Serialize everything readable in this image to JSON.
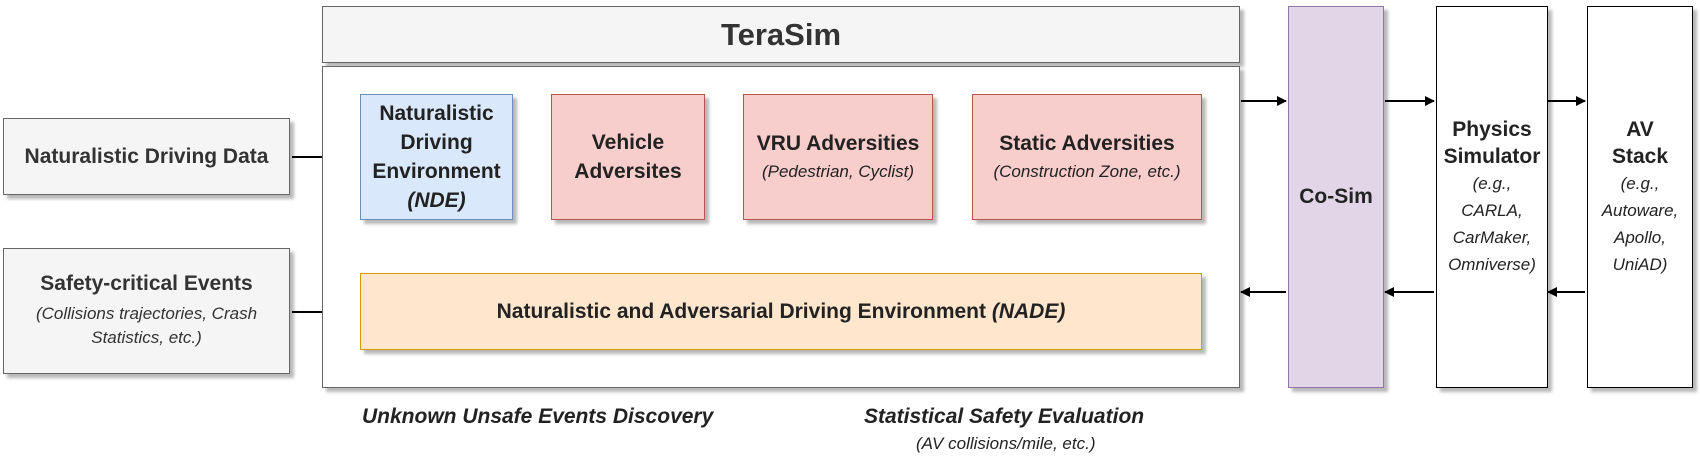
{
  "terasim": {
    "title": "TeraSim"
  },
  "inputs": {
    "naturalistic_data": "Naturalistic Driving Data",
    "safety_critical": {
      "title": "Safety-critical Events",
      "subtitle_line1": "(Collisions trajectories, Crash",
      "subtitle_line2": "Statistics, etc.)"
    }
  },
  "nde": {
    "line1": "Naturalistic",
    "line2": "Driving",
    "line3": "Environment",
    "line4": "(NDE)"
  },
  "vehicle": {
    "line1": "Vehicle",
    "line2": "Adversites"
  },
  "vru": {
    "title": "VRU Adversities",
    "subtitle": "(Pedestrian, Cyclist)"
  },
  "static_adv": {
    "title": "Static Adversities",
    "subtitle": "(Construction Zone, etc.)"
  },
  "nade": {
    "prefix": "Naturalistic and Adversarial Driving Environment ",
    "abbr": "(NADE)"
  },
  "cosim": {
    "label": "Co-Sim"
  },
  "physics": {
    "line1": "Physics",
    "line2": "Simulator",
    "ex1": "(e.g.,",
    "ex2": "CARLA,",
    "ex3": "CarMaker,",
    "ex4": "Omniverse)"
  },
  "av_stack": {
    "line1": "AV",
    "line2": "Stack",
    "ex1": "(e.g.,",
    "ex2": "Autoware,",
    "ex3": "Apollo,",
    "ex4": "UniAD)"
  },
  "captions": {
    "discovery": "Unknown Unsafe Events Discovery",
    "evaluation": "Statistical Safety Evaluation",
    "evaluation_sub": "(AV collisions/mile, etc.)"
  },
  "colors": {
    "nde_fill": "#dae8fc",
    "nde_border": "#6c8ebf",
    "adv_fill": "#f8cecc",
    "adv_border": "#b85450",
    "nade_fill": "#ffe6cc",
    "nade_border": "#d79b00",
    "cosim_fill": "#e1d5e7",
    "cosim_border": "#9673a6",
    "grey_fill": "#f5f5f5",
    "grey_border": "#666666"
  }
}
